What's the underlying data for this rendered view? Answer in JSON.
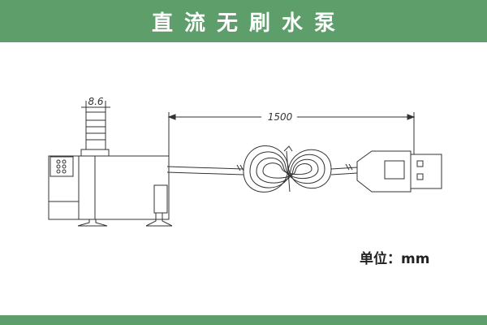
{
  "header": {
    "title": "直流无刷水泵"
  },
  "dimensions": {
    "nozzle_diameter": "8.6",
    "cable_length": "1500"
  },
  "units": {
    "label": "单位：mm"
  },
  "colors": {
    "banner": "#5e9e6b",
    "line": "#333333"
  }
}
